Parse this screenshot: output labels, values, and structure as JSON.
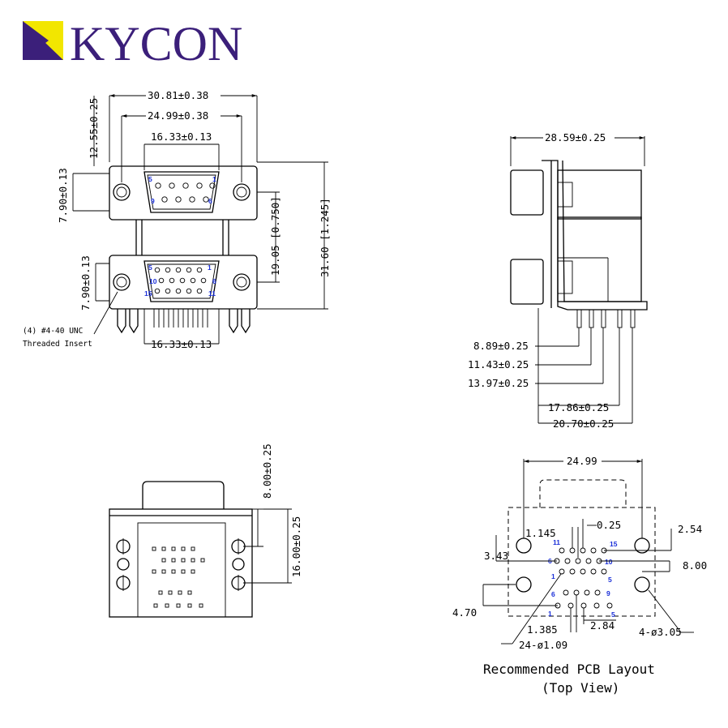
{
  "brand": {
    "name": "KYCON",
    "color": "#3b1f7a",
    "accent": "#f2e600"
  },
  "pin_label_color": "#1a2fd8",
  "front_view": {
    "dims": {
      "overall_width": "30.81±0.38",
      "mount_pitch": "24.99±0.38",
      "top_shell": "16.33±0.13",
      "bottom_shell": "16.33±0.13",
      "top_offset": "12.55±0.25",
      "top_flange": "7.90±0.13",
      "bottom_flange": "7.90±0.13",
      "stack_pitch": "19.05 [0.750]",
      "overall_height": "31.60 [1.245]"
    },
    "top_pins": [
      "5",
      "1",
      "9",
      "6"
    ],
    "bottom_pins": [
      "5",
      "1",
      "10",
      "6",
      "15",
      "11"
    ],
    "note_line1": "(4) #4-40 UNC",
    "note_line2": "Threaded Insert"
  },
  "side_view": {
    "dims": {
      "depth": "28.59±0.25",
      "d1": "8.89±0.25",
      "d2": "11.43±0.25",
      "d3": "13.97±0.25",
      "d4": "17.86±0.25",
      "d5": "20.70±0.25"
    }
  },
  "rear_view": {
    "dims": {
      "upper": "8.00±0.25",
      "lower": "16.00±0.25"
    }
  },
  "pcb_layout": {
    "dims": {
      "pitch": "24.99",
      "a": "1.145",
      "b": "0.25",
      "c": "2.54",
      "d": "3.43",
      "e": "8.00",
      "f": "4.70",
      "g": "1.385",
      "h": "2.84",
      "holes_small": "24-ø1.09",
      "holes_large": "4-ø3.05"
    },
    "pin_labels": [
      "11",
      "15",
      "6",
      "10",
      "1",
      "5",
      "6",
      "9",
      "1",
      "5"
    ],
    "caption_line1": "Recommended PCB Layout",
    "caption_line2": "(Top View)"
  }
}
